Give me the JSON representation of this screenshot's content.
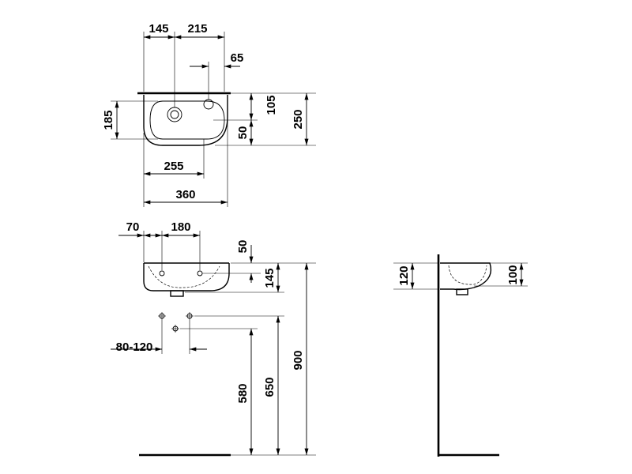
{
  "dimensions": {
    "top_offset_left": "145",
    "top_offset_right": "215",
    "tap_hole_width": "65",
    "hole_to_back": "105",
    "overall_depth": "250",
    "bowl_depth": "185",
    "bowl_front": "50",
    "bowl_width": "255",
    "overall_width": "360",
    "front_edge_offset": "70",
    "fixing_spacing": "180",
    "rim_top": "50",
    "basin_height": "145",
    "fixing_height_range": "80-120",
    "waste_height": "580",
    "fixing_height": "650",
    "rim_height": "900",
    "side_height_left": "120",
    "side_height_right": "100"
  }
}
